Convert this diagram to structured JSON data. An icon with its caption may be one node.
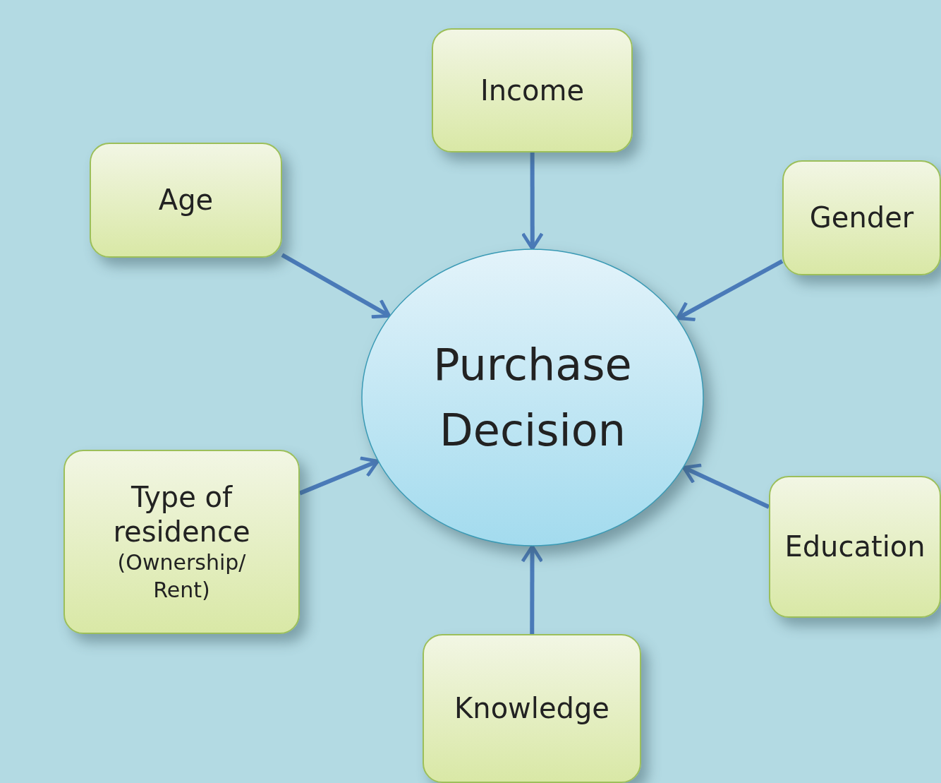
{
  "diagram": {
    "nodes": [
      {
        "text": [
          "Income"
        ]
      },
      {
        "text": [
          "Age"
        ]
      },
      {
        "text": [
          "Gender"
        ]
      },
      {
        "text": [
          "Purchase Decision"
        ]
      },
      {
        "text": [
          "Type of residence",
          "(Ownership/ Rent)"
        ]
      },
      {
        "text": [
          "Education"
        ]
      },
      {
        "text": [
          "Knowledge"
        ]
      }
    ],
    "edges": [
      {
        "from": 0,
        "to": 3,
        "arrow": "to"
      },
      {
        "from": 1,
        "to": 3,
        "arrow": "to"
      },
      {
        "from": 2,
        "to": 3,
        "arrow": "to"
      },
      {
        "from": 4,
        "to": 3,
        "arrow": "to"
      },
      {
        "from": 5,
        "to": 3,
        "arrow": "to"
      },
      {
        "from": 6,
        "to": 3,
        "arrow": "to"
      }
    ]
  }
}
